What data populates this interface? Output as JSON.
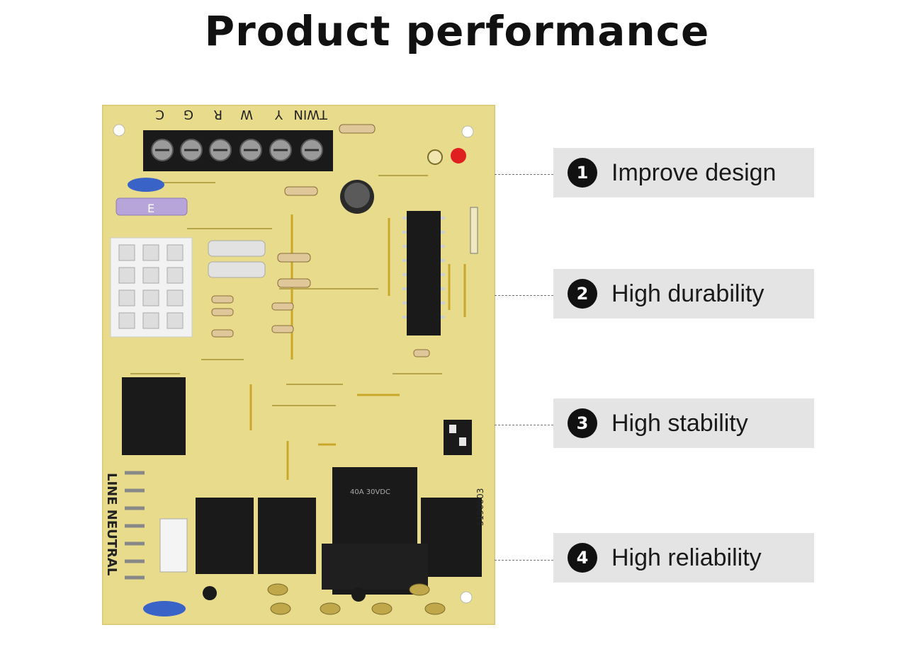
{
  "header": {
    "title": "Product performance"
  },
  "board": {
    "terminal_labels": [
      "C",
      "G",
      "R",
      "W",
      "Y",
      "TWIN"
    ],
    "fuse_label": "E",
    "side_label": "LINE NEUTRAL",
    "part_number": "5190003",
    "relay_text": "40A 30VDC"
  },
  "features": [
    {
      "number": "1",
      "label": "Improve design"
    },
    {
      "number": "2",
      "label": "High durability"
    },
    {
      "number": "3",
      "label": "High stability"
    },
    {
      "number": "4",
      "label": "High reliability"
    }
  ]
}
